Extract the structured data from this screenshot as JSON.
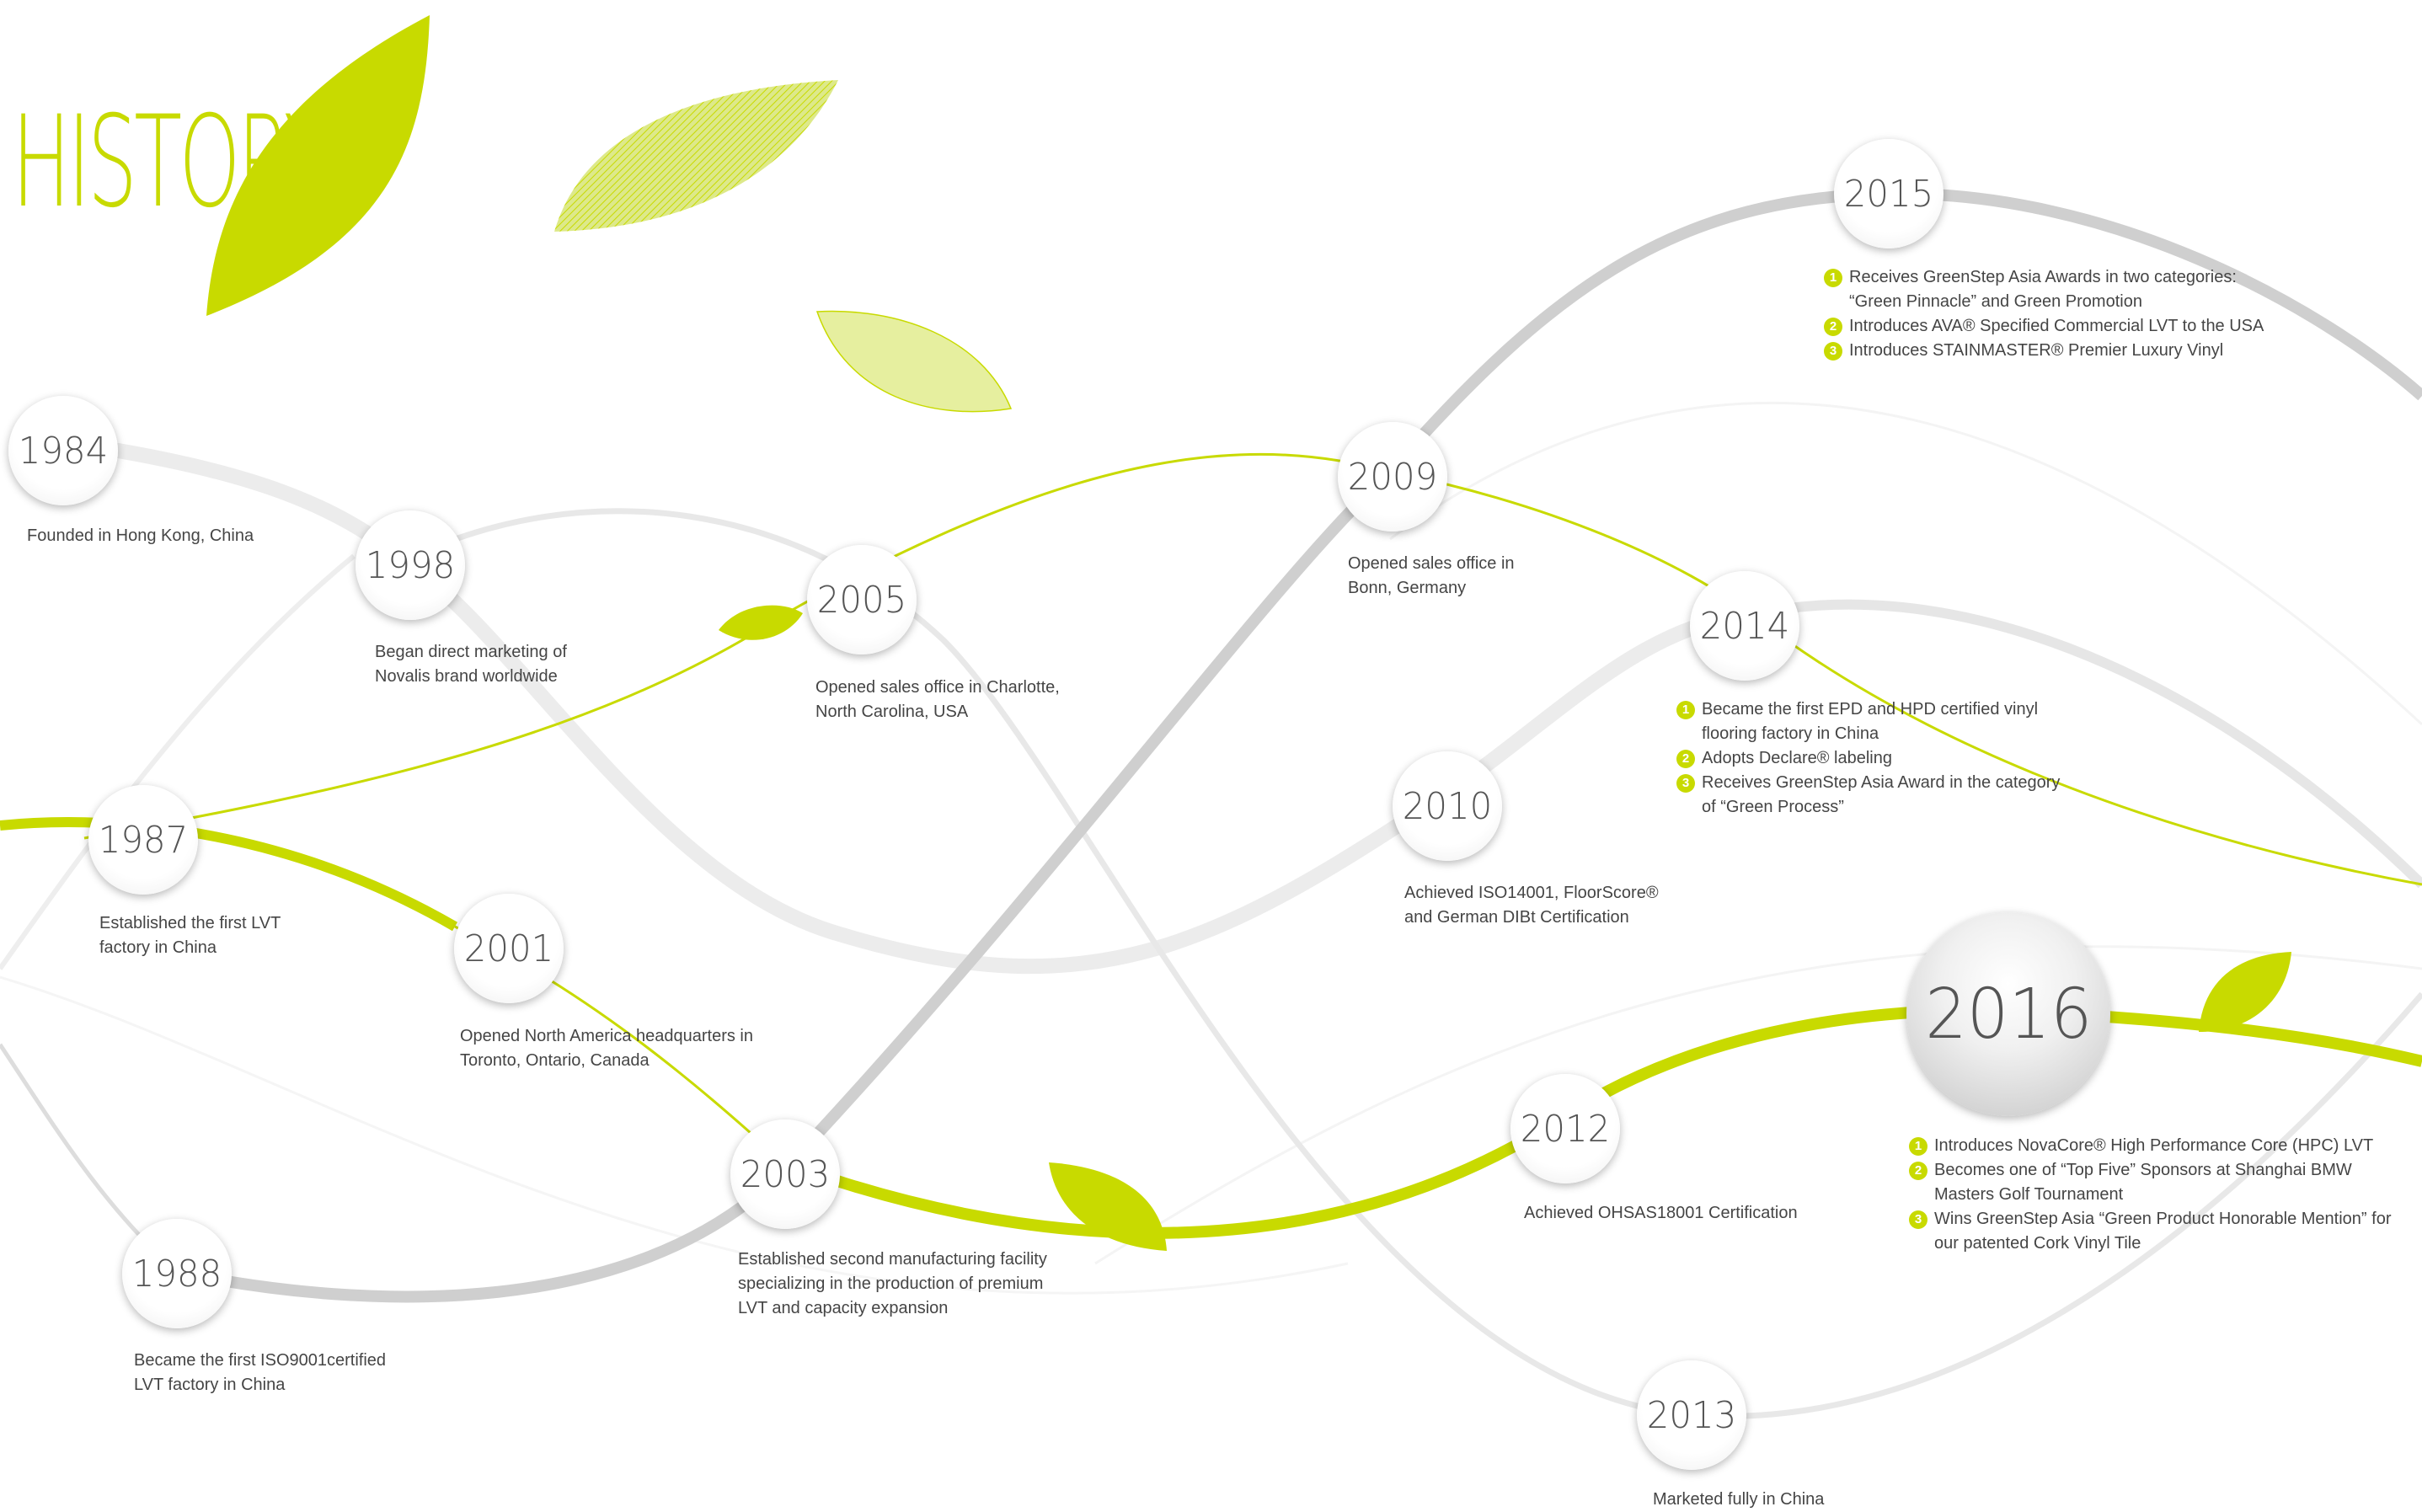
{
  "page": {
    "title": "HISTORY"
  },
  "colors": {
    "accent": "#c8da00",
    "gray_line": "#cccccc",
    "light_line": "#eeeeee",
    "text": "#454545"
  },
  "milestones": [
    {
      "year": "1984",
      "desc": [
        "Founded in Hong Kong, China"
      ]
    },
    {
      "year": "1987",
      "desc": [
        "Established the first LVT",
        "factory in China"
      ]
    },
    {
      "year": "1988",
      "desc": [
        "Became the first ISO9001certified",
        "LVT factory in China"
      ]
    },
    {
      "year": "1998",
      "desc": [
        "Began direct marketing of",
        "Novalis brand worldwide"
      ]
    },
    {
      "year": "2001",
      "desc": [
        "Opened North America headquarters in",
        "Toronto, Ontario, Canada"
      ]
    },
    {
      "year": "2003",
      "desc": [
        "Established second manufacturing facility",
        "specializing in the production of premium",
        "LVT and capacity expansion"
      ]
    },
    {
      "year": "2005",
      "desc": [
        "Opened sales office in Charlotte,",
        "North Carolina, USA"
      ]
    },
    {
      "year": "2009",
      "desc": [
        "Opened sales office in",
        "Bonn, Germany"
      ]
    },
    {
      "year": "2010",
      "desc": [
        "Achieved ISO14001, FloorScore®",
        "and German DIBt Certification"
      ]
    },
    {
      "year": "2012",
      "desc": [
        "Achieved OHSAS18001 Certification"
      ]
    },
    {
      "year": "2013",
      "desc": [
        "Marketed fully in China"
      ]
    },
    {
      "year": "2014",
      "items": [
        {
          "num": "1",
          "lines": [
            "Became the first EPD and HPD certified vinyl",
            "flooring factory in China"
          ]
        },
        {
          "num": "2",
          "lines": [
            "Adopts Declare® labeling"
          ]
        },
        {
          "num": "3",
          "lines": [
            "Receives GreenStep Asia Award in the category",
            "of “Green Process”"
          ]
        }
      ]
    },
    {
      "year": "2015",
      "items": [
        {
          "num": "1",
          "lines": [
            "Receives GreenStep Asia Awards in two categories:",
            "“Green Pinnacle” and Green Promotion"
          ]
        },
        {
          "num": "2",
          "lines": [
            "Introduces AVA® Specified Commercial LVT to the USA"
          ]
        },
        {
          "num": "3",
          "lines": [
            "Introduces STAINMASTER® Premier Luxury Vinyl"
          ]
        }
      ]
    },
    {
      "year": "2016",
      "items": [
        {
          "num": "1",
          "lines": [
            "Introduces NovaCore® High Performance Core (HPC) LVT"
          ]
        },
        {
          "num": "2",
          "lines": [
            "Becomes one of “Top Five” Sponsors at Shanghai BMW",
            "Masters Golf Tournament"
          ]
        },
        {
          "num": "3",
          "lines": [
            "Wins GreenStep Asia “Green Product Honorable Mention” for",
            "our patented Cork Vinyl Tile"
          ]
        }
      ]
    }
  ]
}
